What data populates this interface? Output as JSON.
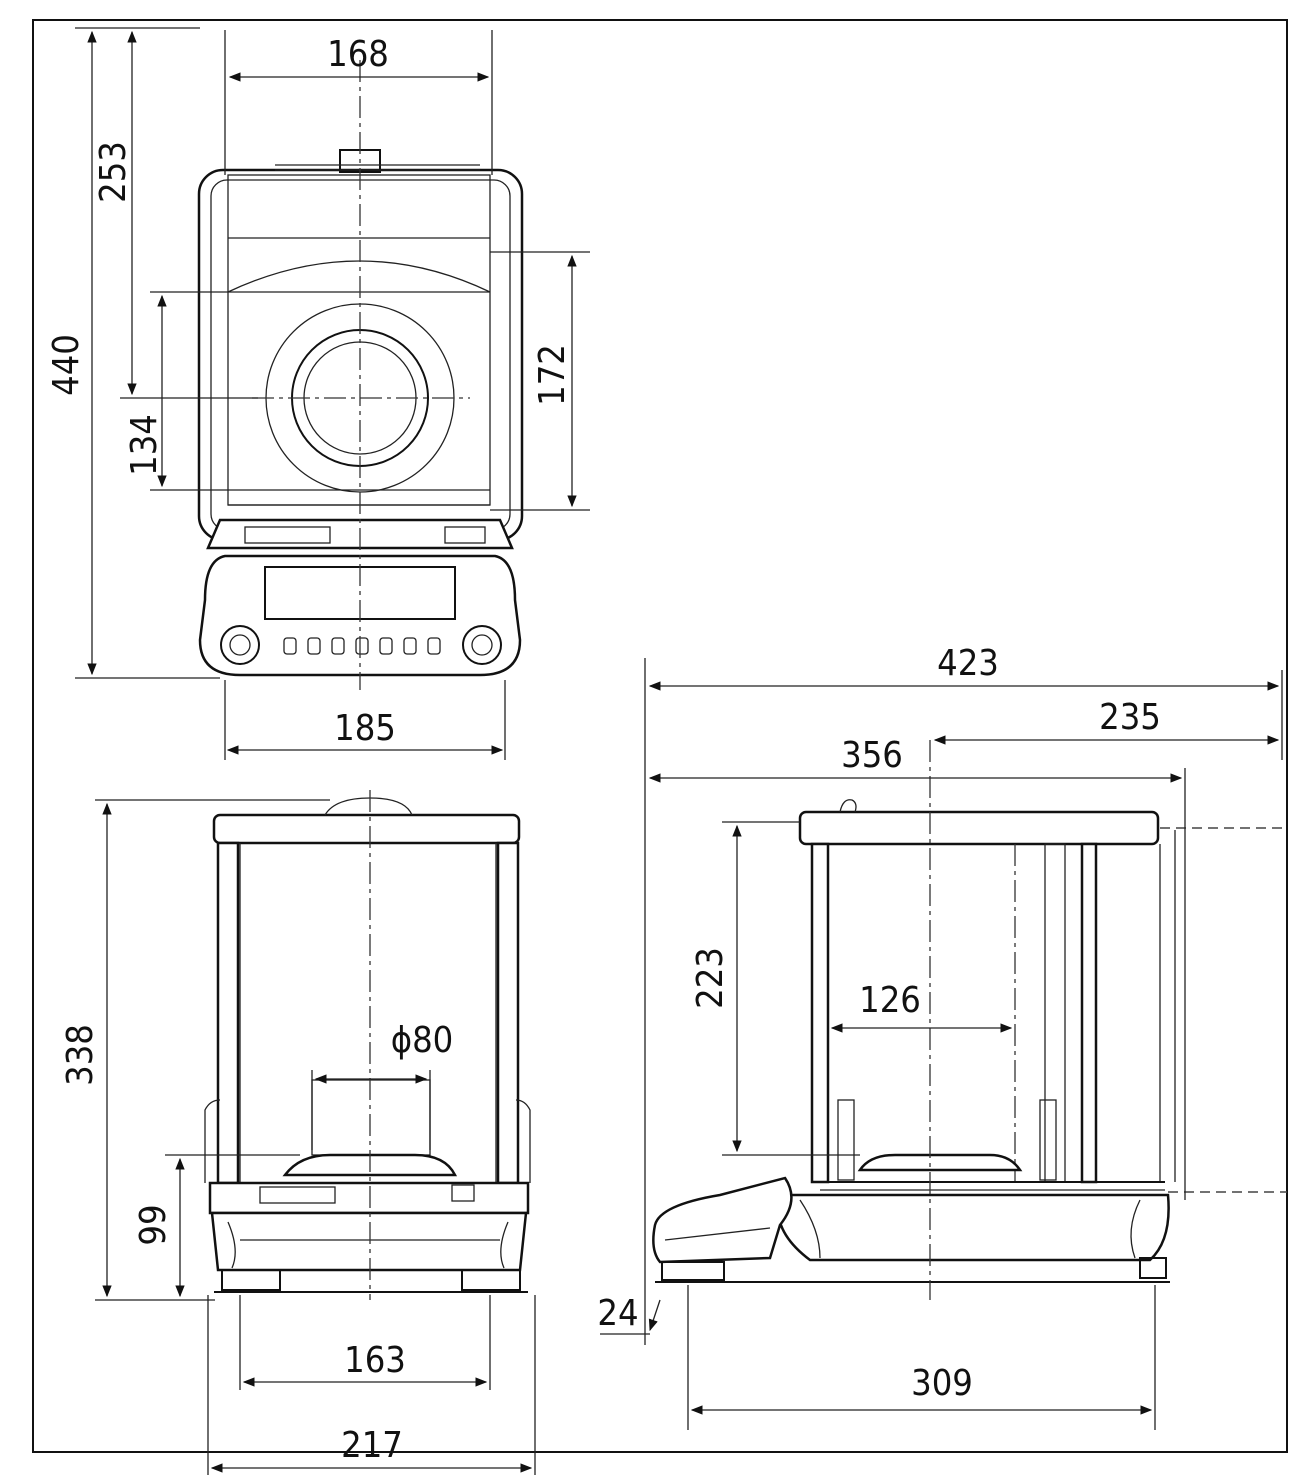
{
  "front_view": {
    "width_top": "168",
    "width_base": "185",
    "height_total": "440",
    "height_upper": "253",
    "height_inner": "134",
    "height_door": "172"
  },
  "rear_view": {
    "height": "338",
    "base_height": "99",
    "pan_diameter": "ϕ80",
    "inner_width": "163",
    "outer_width": "217"
  },
  "side_view": {
    "overall_depth": "423",
    "chamber_depth": "235",
    "depth_356": "356",
    "chamber_height": "223",
    "inner_depth": "126",
    "foot_height": "24",
    "base_depth": "309"
  }
}
